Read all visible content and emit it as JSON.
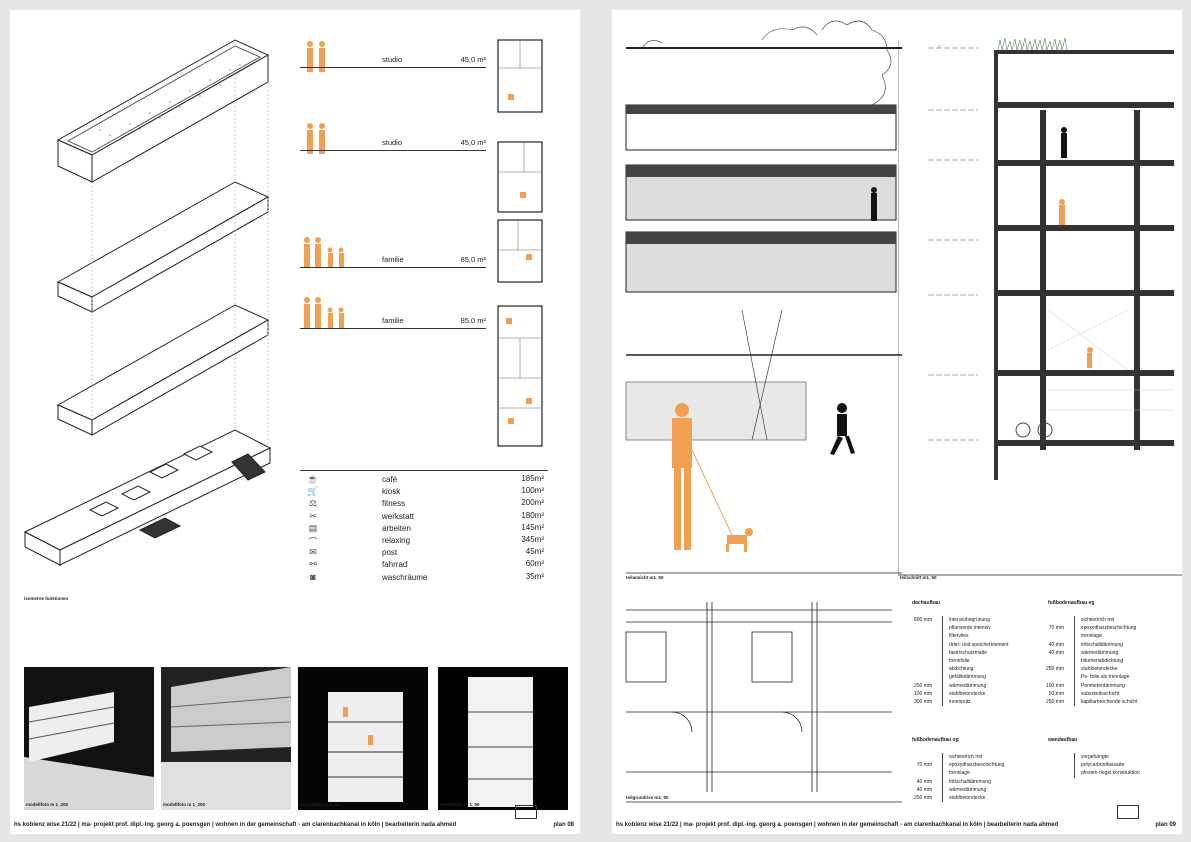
{
  "left": {
    "units": [
      {
        "label": "studio",
        "area": "45,0 m²"
      },
      {
        "label": "studio",
        "area": "45,0 m²"
      },
      {
        "label": "familie",
        "area": "85,0 m²"
      },
      {
        "label": "familie",
        "area": "85,0 m²"
      }
    ],
    "functions": [
      {
        "icon": "cafe-icon",
        "glyph": "☕",
        "label": "café",
        "area": "185m²"
      },
      {
        "icon": "kiosk-icon",
        "glyph": "🛒",
        "label": "kiosk",
        "area": "100m²"
      },
      {
        "icon": "fitness-icon",
        "glyph": "⚖",
        "label": "fitness",
        "area": "200m²"
      },
      {
        "icon": "tools-icon",
        "glyph": "✂",
        "label": "werkstatt",
        "area": "180m²"
      },
      {
        "icon": "briefcase-icon",
        "glyph": "▤",
        "label": "arbeiten",
        "area": "145m²"
      },
      {
        "icon": "lounge-icon",
        "glyph": "⌒",
        "label": "relaxing",
        "area": "345m²"
      },
      {
        "icon": "mail-icon",
        "glyph": "✉",
        "label": "post",
        "area": "45m²"
      },
      {
        "icon": "bicycle-icon",
        "glyph": "⚯",
        "label": "fahrrad",
        "area": "60m²"
      },
      {
        "icon": "washer-icon",
        "glyph": "◙",
        "label": "waschräume",
        "area": "35m²"
      }
    ],
    "iso_caption": "isometrie funktionen",
    "photos": [
      {
        "caption": "modellfoto m 1_200"
      },
      {
        "caption": "modellfoto m 1_200"
      },
      {
        "caption": "modellfoto m 1_50"
      },
      {
        "caption": "modellfoto m 1_50"
      }
    ],
    "footer": "hs koblenz  wise 21/22  |  ma- projekt  prof. dipl.-ing. georg a. poensgen  |  wohnen in der gemeinschaft - am clarenbachkanal in köln |  bearbeiterin  nada ahmed",
    "plan": "plan 08"
  },
  "right": {
    "caption_elev": "teilansicht m1_50",
    "caption_sect": "teilschnitt m1_50",
    "caption_plan": "teilgrundriss m1_50",
    "dachaufbau": {
      "title": "dachaufbau",
      "mm": "800 mm\n\n\n\n\n\n\n\n250 mm\n100 mm\n300 mm",
      "text": "intensivbegrünung\npflanzerde intensiv\nfiltervlies\ndrän- und speicherelement\nfaserschutzmatte\ntrennfolie\nabdichtung\ngefälledämmung\nwärmedämmung\nstahlbetondecke\ninnenputz"
    },
    "fussboden_og": {
      "title": "fußbodenaufbau og",
      "mm": "\n70 mm\n\n40 mm\n40 mm\n250 mm",
      "text": "sichtestrich mit\nepoxydharzbeschichtung\ntrennlage\ntrittschalldämmung\nwärmedämmung\nstahlbetondecke"
    },
    "fussboden_eg": {
      "title": "fußbodenaufbau eg",
      "mm": "\n70 mm\n\n40 mm\n40 mm\n\n250 mm\n\n100 mm\n50 mm\n250 mm",
      "text": "sichtestrich mit\nepoxydharzbeschichtung\ntrennlage\ntrittschalldämmung\nwärmedämmung\nbitumenabdichtung\nstahlbetondecke\nPe- folie als trennlage\nPerimeterdämmung\nsuberkeitsschicht\nkapillarbrechende schicht"
    },
    "wandaufbau": {
      "title": "wandaufbau",
      "text": "vorgehängte\npolycarbontfassade\npfosten-riegel konstruktion"
    },
    "footer": "hs koblenz  wise 21/22  |  ma- projekt  prof. dipl.-ing. georg a. poensgen  |  wohnen in der gemeinschaft - am clarenbachkanal in köln |  bearbeiterin  nada ahmed",
    "plan": "plan 09"
  },
  "colors": {
    "accent": "#f0a050",
    "line": "#222222",
    "shade": "#bbbbbb"
  }
}
